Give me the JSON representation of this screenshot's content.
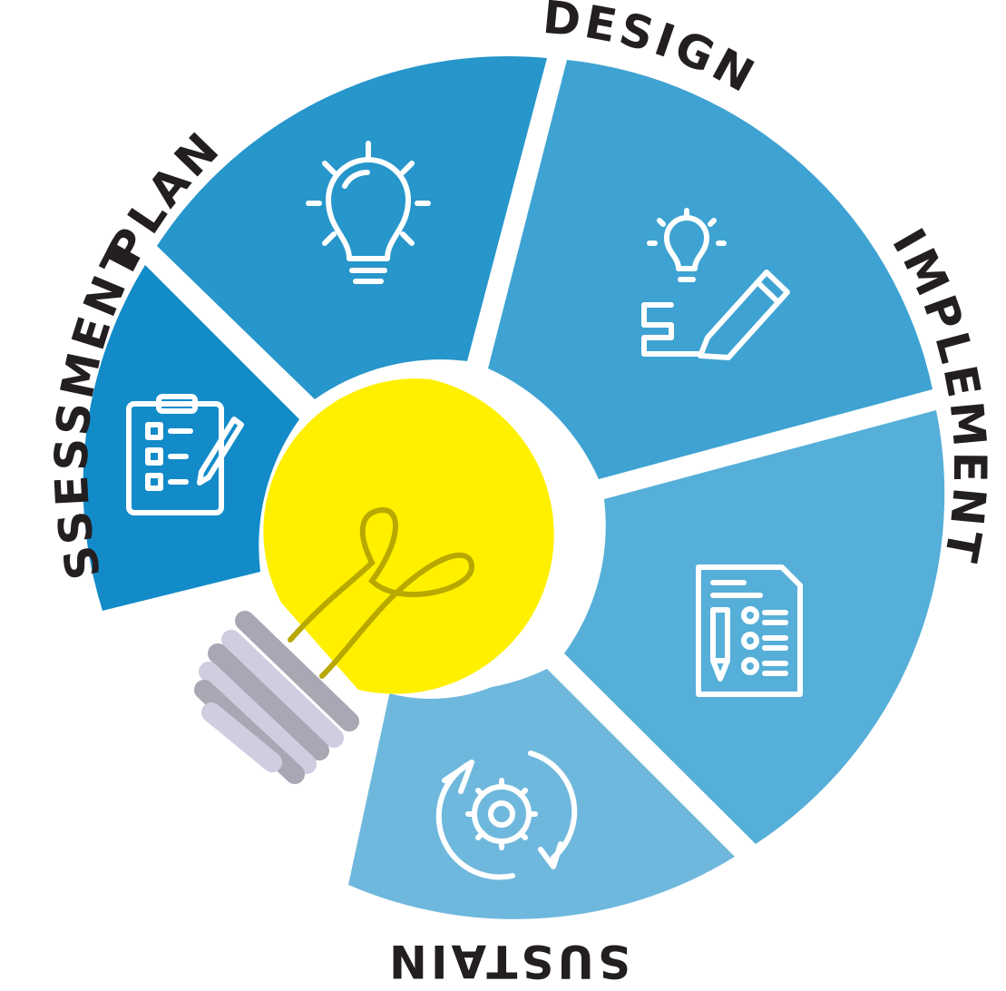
{
  "diagram": {
    "type": "cycle",
    "stages": [
      {
        "key": "assessment",
        "label": "ASSESSMENT",
        "color": "#128bc8",
        "icon": "clipboard-checklist-icon"
      },
      {
        "key": "plan",
        "label": "PLAN",
        "color": "#2696cb",
        "icon": "lightbulb-icon"
      },
      {
        "key": "design",
        "label": "DESIGN",
        "color": "#3ea3d2",
        "icon": "idea-pencil-design-icon"
      },
      {
        "key": "implement",
        "label": "IMPLEMENT",
        "color": "#55afd8",
        "icon": "document-checklist-icon"
      },
      {
        "key": "sustain",
        "label": "SUSTAIN",
        "color": "#6fb8dd",
        "icon": "gear-cycle-icon"
      }
    ],
    "center": {
      "icon": "lightbulb-icon",
      "bulb_color": "#fff000",
      "filament_color": "#b9a800",
      "base_colors": [
        "#cfcde0",
        "#a8a7b4"
      ]
    },
    "label_color": "#231f20"
  }
}
